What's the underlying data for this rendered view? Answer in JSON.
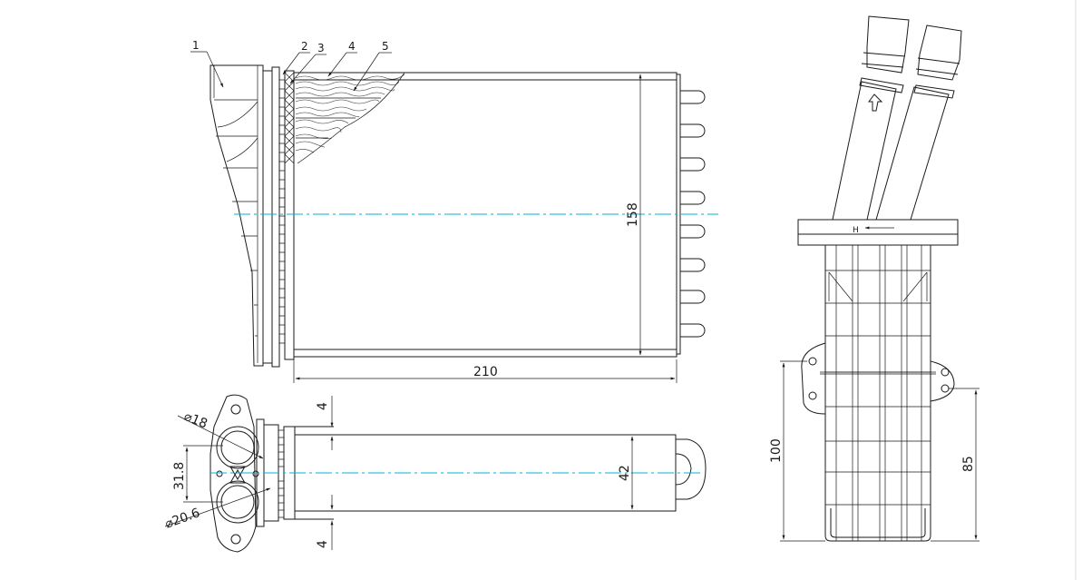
{
  "callouts": [
    "1",
    "2",
    "3",
    "4",
    "5"
  ],
  "dimensions": {
    "front_height": "158",
    "front_width": "210",
    "top_gap_upper": "4",
    "top_gap_lower": "4",
    "top_depth": "42",
    "pipe_dia_upper": "⌀18",
    "pipe_dia_lower": "⌀20.6",
    "pipe_spacing": "31.8",
    "side_height_left": "100",
    "side_height_right": "85"
  },
  "side_label": "H",
  "colors": {
    "centerline": "#00b5d8",
    "line": "#1a1a1a"
  }
}
